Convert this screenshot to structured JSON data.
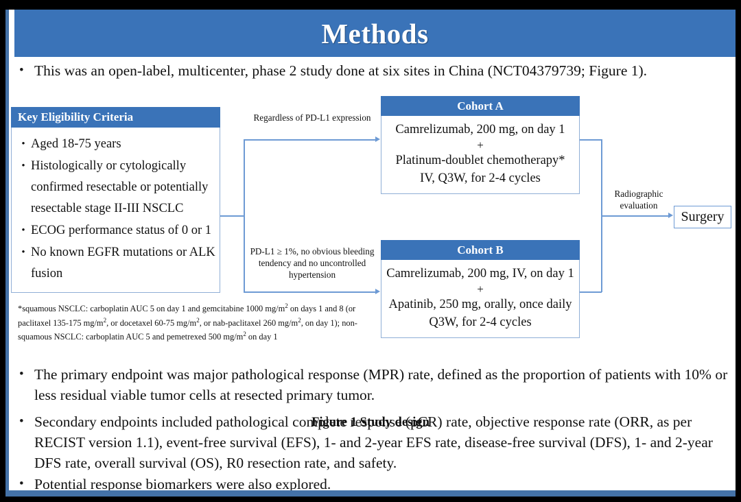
{
  "slide": {
    "title": "Methods",
    "accent_color": "#3a73b8",
    "line_color": "#6d9ad4"
  },
  "intro_bullet": "This was an open-label, multicenter, phase 2 study done at six sites in China (NCT04379739; Figure 1).",
  "figure": {
    "caption": "Figure 1 Study design",
    "eligibility": {
      "header": "Key  Eligibility Criteria",
      "items": [
        "Aged 18-75 years",
        "Histologically or cytologically confirmed resectable or potentially resectable stage II-III  NSCLC",
        "ECOG performance status of 0 or 1",
        "No known EGFR mutations or ALK fusion"
      ]
    },
    "branch_labels": {
      "top": "Regardless of PD-L1 expression",
      "bottom": "PD-L1 ≥ 1%, no obvious bleeding tendency and no uncontrolled hypertension",
      "right": "Radiographic evaluation"
    },
    "cohort_a": {
      "header": "Cohort A",
      "line1": "Camrelizumab, 200 mg, on day 1",
      "plus": "+",
      "line2": "Platinum-doublet chemotherapy*",
      "line3": "IV, Q3W, for 2-4 cycles"
    },
    "cohort_b": {
      "header": "Cohort B",
      "line1": "Camrelizumab, 200 mg, IV, on day 1",
      "plus": "+",
      "line2": "Apatinib, 250 mg, orally, once daily",
      "line3": "Q3W, for 2-4 cycles"
    },
    "surgery": "Surgery",
    "footnote_parts": {
      "p1": "*squamous NSCLC: carboplatin AUC 5 on day 1 and gemcitabine 1000 mg/m",
      "s1": "2",
      "p2": " on days 1 and 8 (or paclitaxel 135-175  mg/m",
      "s2": "2",
      "p3": ", or docetaxel 60-75 mg/m",
      "s3": "2",
      "p4": ", or nab-paclitaxel 260 mg/m",
      "s4": "2",
      "p5": ", on day 1); non-squamous NSCLC: carboplatin AUC 5 and pemetrexed 500 mg/m",
      "s5": "2",
      "p6": " on day 1"
    }
  },
  "endpoint_bullets": [
    "The primary endpoint was major pathological response (MPR) rate, defined as the proportion of patients with 10% or less residual viable tumor cells at resected primary tumor.",
    "Secondary endpoints included pathological complete response (pCR) rate, objective response rate (ORR, as per RECIST version 1.1), event-free survival (EFS), 1- and 2-year EFS rate, disease-free survival (DFS), 1- and 2-year DFS rate, overall survival (OS), R0 resection rate, and safety.",
    "Potential response biomarkers were also explored."
  ],
  "bullet_glyph": "•"
}
